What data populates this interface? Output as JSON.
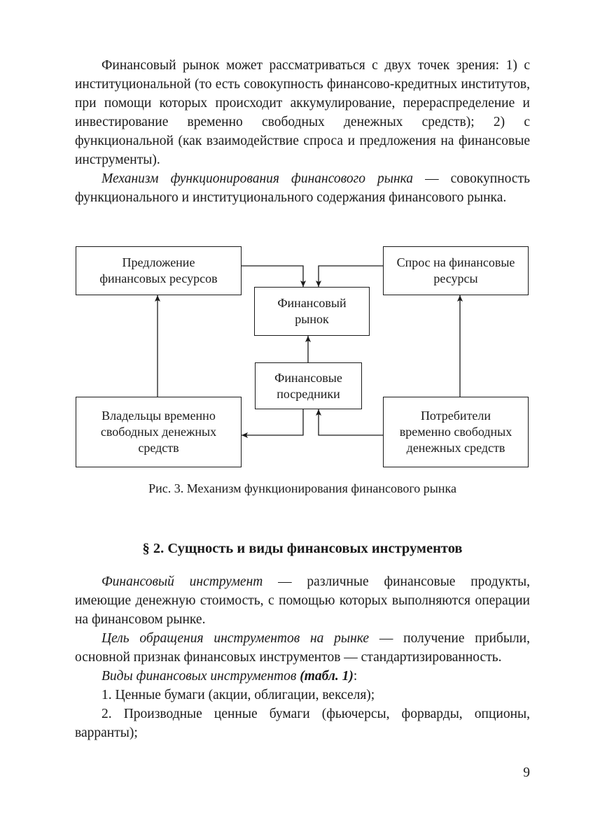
{
  "text": {
    "p1": "Финансовый рынок может рассматриваться с двух точек зрения: 1) с институциональной (то есть совокупность финансово-кредитных институтов, при помощи которых происходит аккумулирование, перераспределение и инвестирование временно свободных денежных средств); 2) с функциональной (как взаимодействие спроса и предложения на финансовые инструменты).",
    "p2_lead": "Механизм функционирования финансового рынка",
    "p2_rest": " — совокупность функционального и институционального содержания финансового рынка.",
    "p3_lead": "Финансовый инструмент",
    "p3_rest": " — различные финансовые продукты, имеющие денежную стоимость, с помощью которых выполняются операции на финансовом рынке.",
    "p4_lead": "Цель обращения инструментов на рынке",
    "p4_rest": " — получение прибыли, основной признак финансовых инструментов — стандартизированность.",
    "p5_lead": "Виды финансовых инструментов ",
    "p5_ref": "(табл. 1)",
    "p5_colon": ":",
    "item1": "1. Ценные бумаги (акции, облигации, векселя);",
    "item2": "2. Производные ценные бумаги (фьючерсы, форварды, опционы, варранты);"
  },
  "figure": {
    "caption": "Рис. 3. Механизм функционирования финансового рынка",
    "boxes": {
      "supply": [
        "Предложение",
        "финансовых ресурсов"
      ],
      "demand": [
        "Спрос на финансовые",
        "ресурсы"
      ],
      "market": [
        "Финансовый",
        "рынок"
      ],
      "intermediaries": [
        "Финансовые",
        "посредники"
      ],
      "owners": [
        "Владельцы временно",
        "свободных денежных",
        "средств"
      ],
      "consumers": [
        "Потребители",
        "временно свободных",
        "денежных средств"
      ]
    }
  },
  "section_heading": "§ 2. Сущность и виды финансовых инструментов",
  "page_number": "9",
  "colors": {
    "ink": "#1a1a1a",
    "paper": "#ffffff"
  }
}
